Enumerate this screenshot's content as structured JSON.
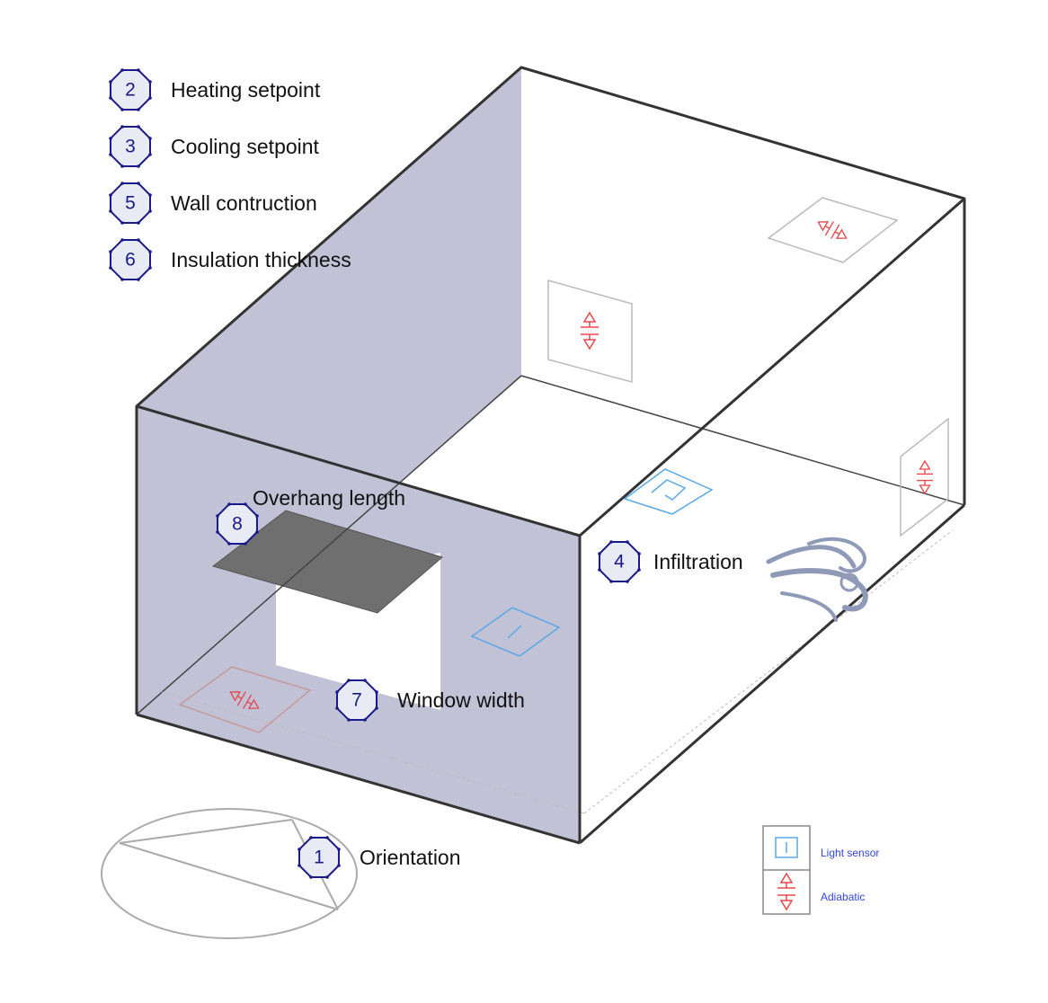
{
  "colors": {
    "wall_shade": "#c2c2d6",
    "overhang": "#6f6f6f",
    "edge": "#333333",
    "adiabatic": "#e5484d",
    "sensor": "#5aa9e6",
    "badge_fill": "#e8eaf4",
    "badge_stroke": "#1a1a8a",
    "wind": "#8e9ab8"
  },
  "parameters": [
    {
      "number": "2",
      "label": "Heating setpoint"
    },
    {
      "number": "3",
      "label": "Cooling setpoint"
    },
    {
      "number": "5",
      "label": "Wall contruction"
    },
    {
      "number": "6",
      "label": "Insulation thickness"
    }
  ],
  "callouts": {
    "overhang": {
      "number": "8",
      "label": "Overhang length"
    },
    "infiltration": {
      "number": "4",
      "label": "Infiltration"
    },
    "window": {
      "number": "7",
      "label": "Window width"
    },
    "orientation": {
      "number": "1",
      "label": "Orientation"
    }
  },
  "legend": {
    "light_sensor": "Light sensor",
    "adiabatic": "Adiabatic"
  },
  "icons": [
    "badge-icon",
    "adiabatic-icon",
    "light-sensor-icon",
    "wind-icon",
    "compass-ellipse-icon"
  ]
}
